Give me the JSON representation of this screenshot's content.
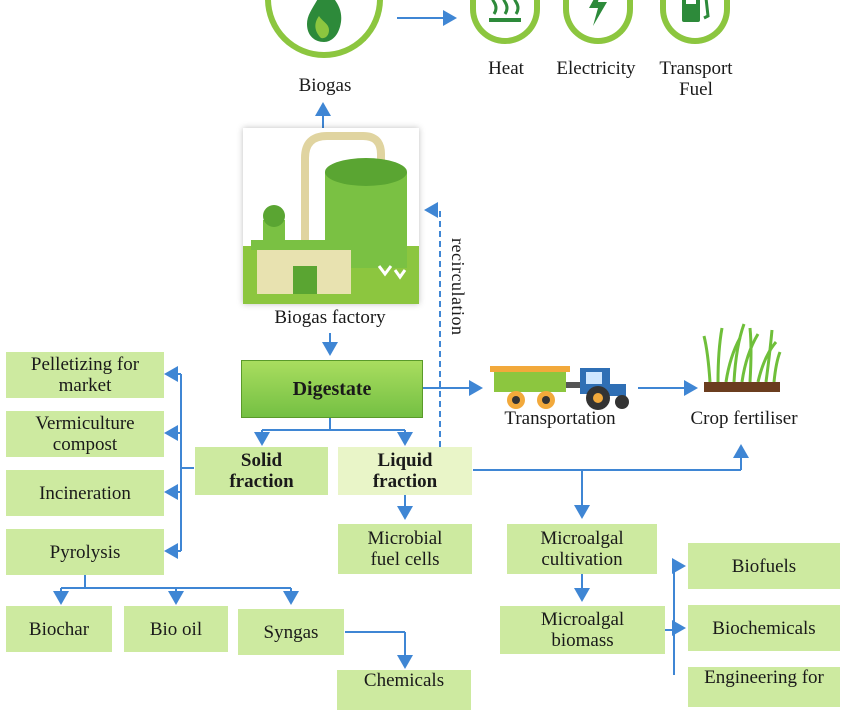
{
  "top": {
    "biogas_label": "Biogas",
    "heat_label": "Heat",
    "electricity_label": "Electricity",
    "transport_fuel_label": "Transport\nFuel"
  },
  "factory": {
    "label": "Biogas factory",
    "recirculation_label": "recirculation"
  },
  "digestate": {
    "label": "Digestate"
  },
  "transport": {
    "transportation_label": "Transportation",
    "crop_fertiliser_label": "Crop fertiliser"
  },
  "fractions": {
    "solid_label": "Solid\nfraction",
    "liquid_label": "Liquid\nfraction"
  },
  "solid_uses": {
    "pelletizing": "Pelletizing for\nmarket",
    "vermiculture": "Vermiculture\ncompost",
    "incineration": "Incineration",
    "pyrolysis": "Pyrolysis"
  },
  "pyrolysis_products": {
    "biochar": "Biochar",
    "bio_oil": "Bio oil",
    "syngas": "Syngas",
    "chemicals_partial": "Chemicals"
  },
  "liquid_uses": {
    "microbial_fuel_cells": "Microbial\nfuel cells",
    "microalgal_cultivation": "Microalgal\ncultivation",
    "microalgal_biomass": "Microalgal\nbiomass"
  },
  "algae_products": {
    "biofuels": "Biofuels",
    "biochemicals": "Biochemicals",
    "partial": "Engineering for"
  },
  "colors": {
    "arrow": "#3f86d4",
    "box_fill": "#cdeaa0",
    "icon_ring": "#8cc63f",
    "factory_green": "#7ac143"
  }
}
